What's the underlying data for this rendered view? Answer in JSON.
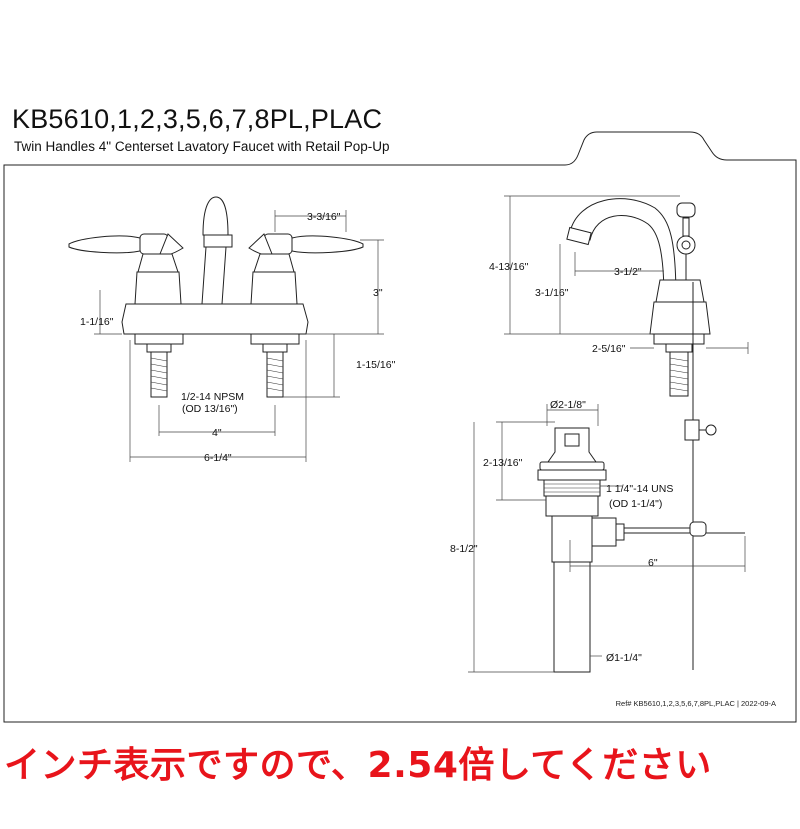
{
  "header": {
    "title": "KB5610,1,2,3,5,6,7,8PL,PLAC",
    "subtitle": "Twin Handles 4\" Centerset Lavatory Faucet with Retail Pop-Up"
  },
  "dimensions": {
    "handle_offset": "3-3/16\"",
    "faucet_height": "3\"",
    "spout_base_height": "1-1/16\"",
    "shank_length": "1-15/16\"",
    "thread_spec": "1/2-14 NPSM",
    "thread_od": "(OD 13/16\")",
    "center_spacing": "4\"",
    "overall_width": "6-1/4\"",
    "total_height": "4-13/16\"",
    "spout_reach": "3-1/2\"",
    "spout_height": "3-1/16\"",
    "base_depth": "2-5/16\"",
    "drain_diameter": "Ø2-1/8\"",
    "drain_height": "2-13/16\"",
    "drain_thread_spec": "1 1/4\"-14 UNS",
    "drain_thread_od": "(OD 1-1/4\")",
    "popup_length": "8-1/2\"",
    "rod_length": "6\"",
    "tailpiece_diameter": "Ø1-1/4\""
  },
  "footer": {
    "reference": "Ref# KB5610,1,2,3,5,6,7,8PL,PLAC | 2022-09-A"
  },
  "note": {
    "text": "インチ表示ですので、2.54倍してください"
  },
  "colors": {
    "note": "#e8141b",
    "line": "#222222"
  }
}
